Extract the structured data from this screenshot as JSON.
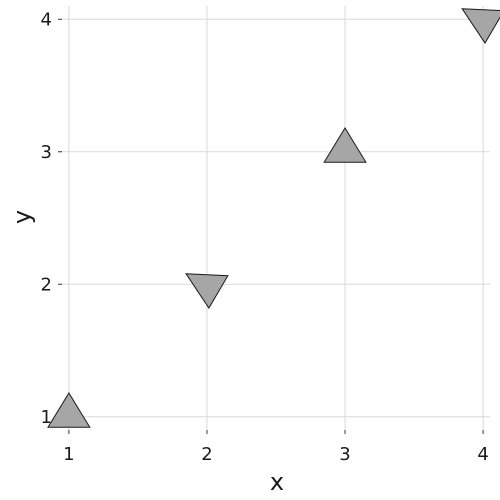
{
  "chart_data": {
    "type": "scatter",
    "title": "",
    "xlabel": "x",
    "ylabel": "y",
    "xlim": [
      0.95,
      4.05
    ],
    "ylim": [
      0.9,
      4.1
    ],
    "grid": true,
    "x_ticks": [
      1,
      2,
      3,
      4
    ],
    "y_ticks": [
      1,
      2,
      3,
      4
    ],
    "x_tick_labels": [
      "1",
      "2",
      "3",
      "4"
    ],
    "y_tick_labels": [
      "1",
      "2",
      "3",
      "4"
    ],
    "marker_color": "#a6a6a6",
    "marker_edge_color": "#1a1a1a",
    "points": [
      {
        "x": 1,
        "y": 1,
        "marker": "triangle-up"
      },
      {
        "x": 2,
        "y": 2,
        "marker": "triangle-down"
      },
      {
        "x": 3,
        "y": 3,
        "marker": "triangle-up"
      },
      {
        "x": 4,
        "y": 4,
        "marker": "triangle-down"
      }
    ]
  }
}
